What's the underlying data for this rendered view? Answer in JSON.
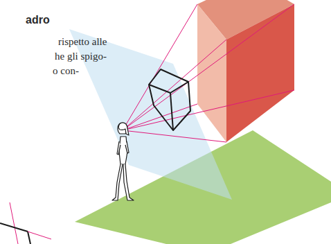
{
  "diagram": {
    "title": "adro",
    "labels": [
      "rispetto alle",
      "he gli spigo-",
      "o con-"
    ]
  }
}
